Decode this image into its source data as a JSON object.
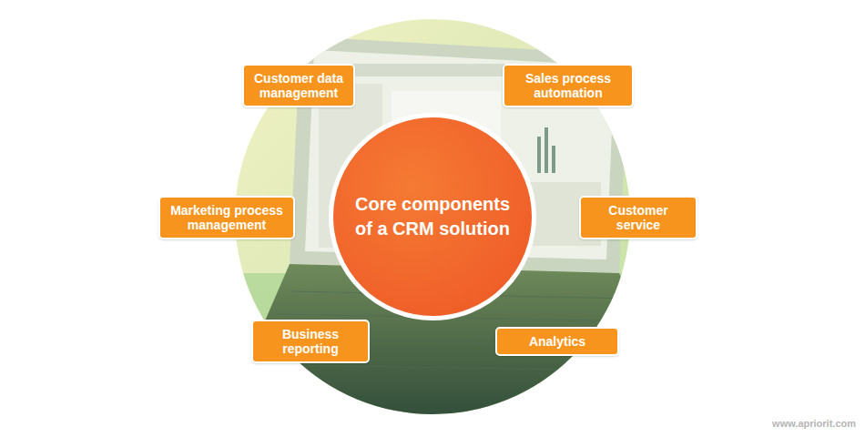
{
  "diagram": {
    "nodes": [
      {
        "text": [
          "Customer data management"
        ]
      },
      {
        "text": [
          "Sales process automation"
        ]
      },
      {
        "text": [
          "Marketing process management"
        ]
      },
      {
        "text": [
          "Core components of a CRM solution"
        ]
      },
      {
        "text": [
          "Customer service"
        ]
      },
      {
        "text": [
          "Business reporting"
        ]
      },
      {
        "text": [
          "Analytics"
        ]
      }
    ],
    "labels": [
      "www.apriorit.com"
    ]
  }
}
